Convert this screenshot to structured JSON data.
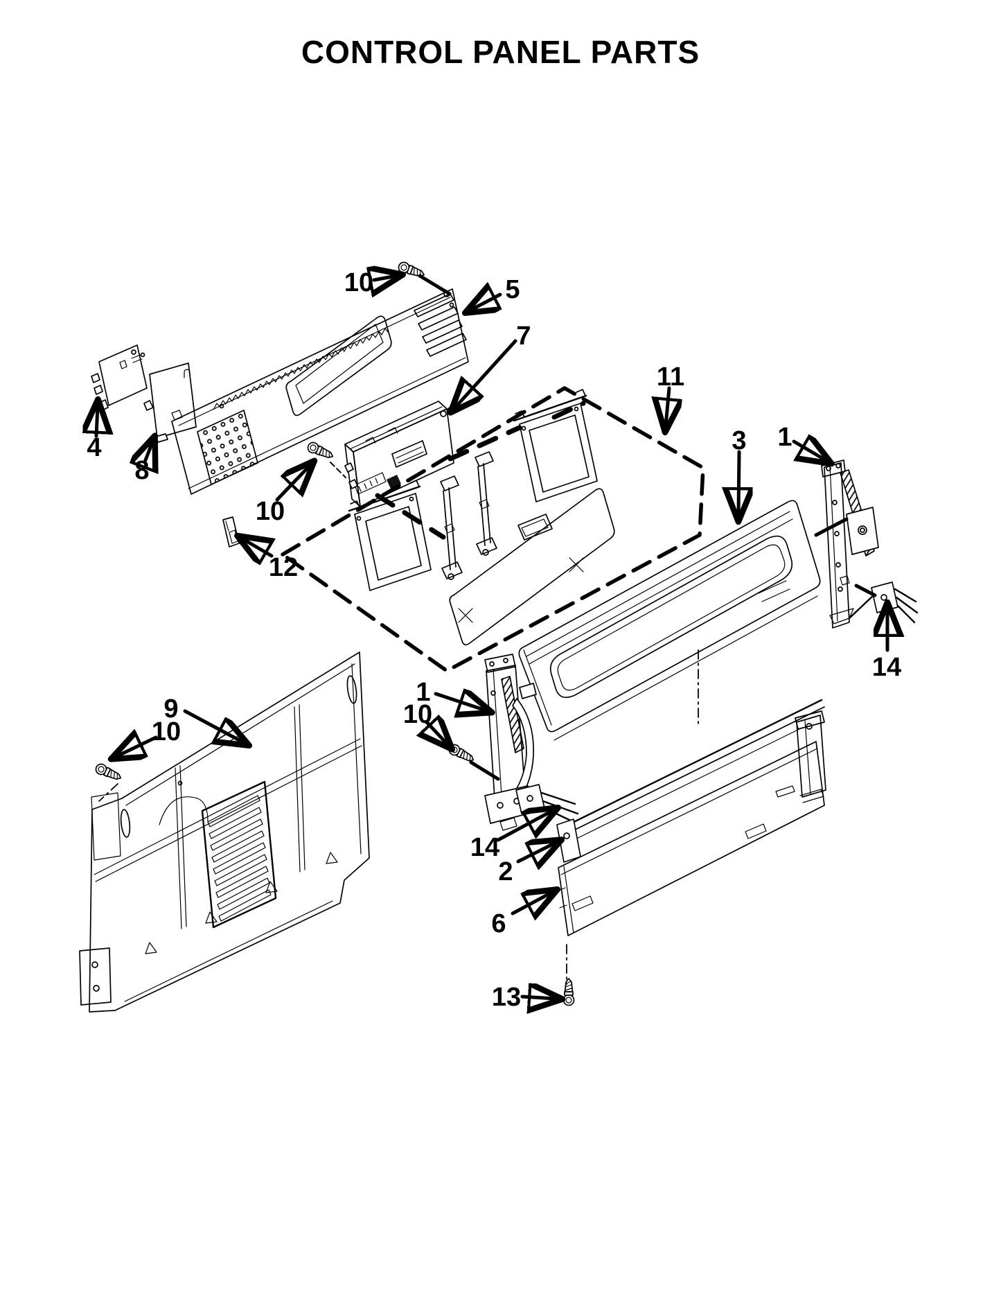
{
  "title": "CONTROL PANEL PARTS",
  "part_numbers_shown": [
    "1",
    "2",
    "3",
    "4",
    "5",
    "6",
    "7",
    "8",
    "9",
    "10",
    "11",
    "12",
    "13",
    "14"
  ],
  "callouts": [
    {
      "label": "10"
    },
    {
      "label": "5"
    },
    {
      "label": "7"
    },
    {
      "label": "11"
    },
    {
      "label": "3"
    },
    {
      "label": "1"
    },
    {
      "label": "4"
    },
    {
      "label": "8"
    },
    {
      "label": "10"
    },
    {
      "label": "12"
    },
    {
      "label": "9"
    },
    {
      "label": "10"
    },
    {
      "label": "1"
    },
    {
      "label": "10"
    },
    {
      "label": "14"
    },
    {
      "label": "2"
    },
    {
      "label": "6"
    },
    {
      "label": "13"
    },
    {
      "label": "14"
    }
  ]
}
